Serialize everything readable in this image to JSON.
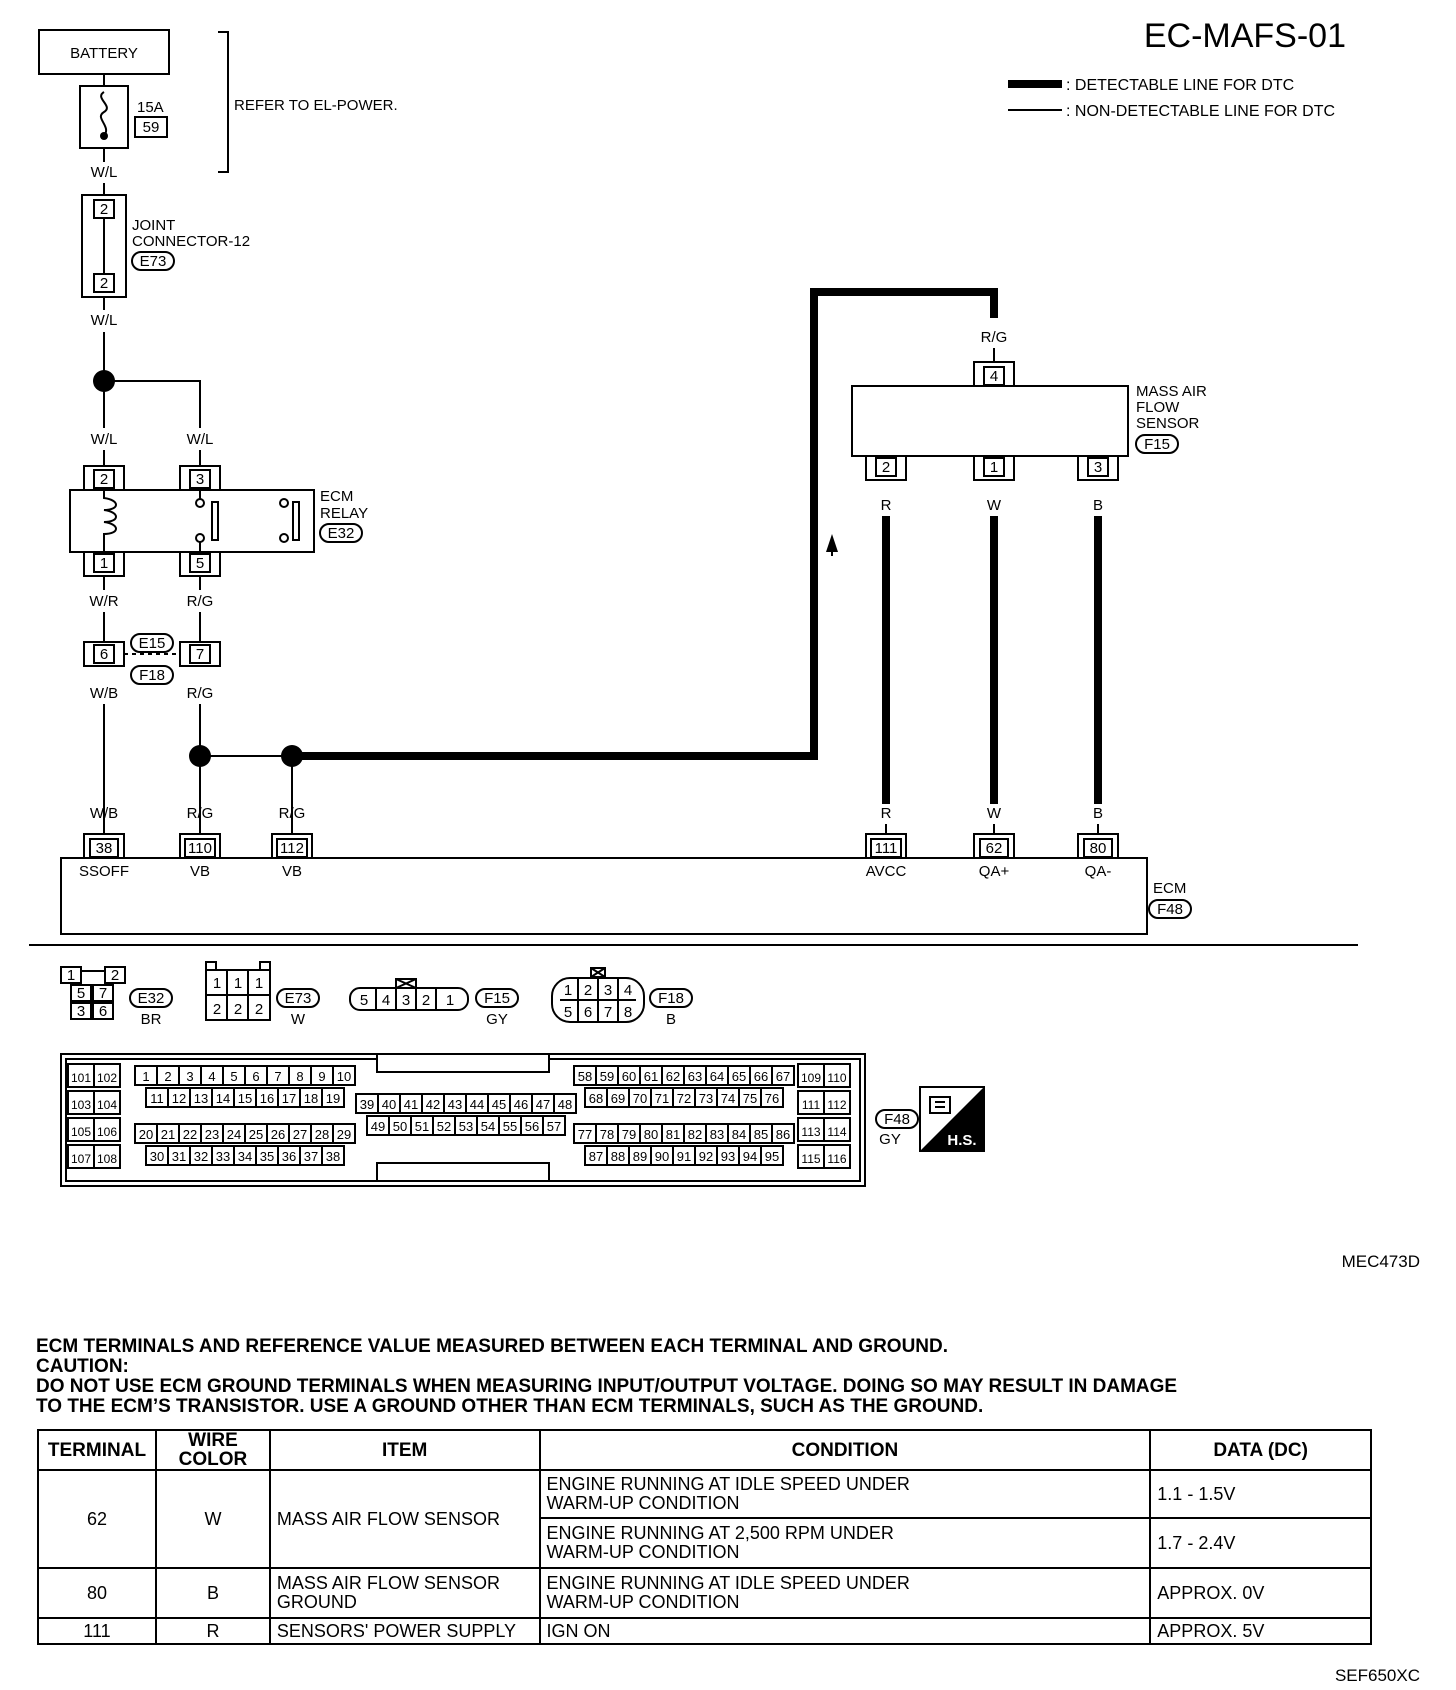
{
  "header": {
    "title": "EC-MAFS-01",
    "legend": {
      "detectable": ": DETECTABLE LINE FOR DTC",
      "non_detectable": ": NON-DETECTABLE LINE FOR DTC"
    }
  },
  "power": {
    "battery": "BATTERY",
    "fuse_amp": "15A",
    "fuse_no": "59",
    "refer": "REFER TO EL-POWER."
  },
  "joint": {
    "name_line1": "JOINT",
    "name_line2": "CONNECTOR-12",
    "code": "E73",
    "pin_top": "2",
    "pin_bottom": "2"
  },
  "relay": {
    "name_line1": "ECM",
    "name_line2": "RELAY",
    "code": "E32",
    "pins": [
      "2",
      "3",
      "1",
      "5"
    ]
  },
  "maf": {
    "name_line1": "MASS AIR",
    "name_line2": "FLOW",
    "name_line3": "SENSOR",
    "code": "F15",
    "pin_top": "4",
    "pins": [
      "2",
      "1",
      "3"
    ]
  },
  "inline": {
    "code_top": "E15",
    "code_bottom": "F18",
    "pin_left": "6",
    "pin_right": "7"
  },
  "wires": {
    "wl": "W/L",
    "wr": "W/R",
    "wb": "W/B",
    "rg": "R/G",
    "r": "R",
    "w": "W",
    "b": "B"
  },
  "ecm": {
    "name": "ECM",
    "code": "F48",
    "terminals": [
      {
        "pin": "38",
        "label": "SSOFF"
      },
      {
        "pin": "110",
        "label": "VB"
      },
      {
        "pin": "112",
        "label": "VB"
      },
      {
        "pin": "111",
        "label": "AVCC"
      },
      {
        "pin": "62",
        "label": "QA+"
      },
      {
        "pin": "80",
        "label": "QA-"
      }
    ]
  },
  "connectors": {
    "e32": {
      "code": "E32",
      "color": "BR",
      "pins": [
        "1",
        "2",
        "5",
        "7",
        "3",
        "6"
      ]
    },
    "e73": {
      "code": "E73",
      "color": "W",
      "pins": [
        "1",
        "1",
        "1",
        "2",
        "2",
        "2"
      ]
    },
    "f15": {
      "code": "F15",
      "color": "GY",
      "pins": [
        "5",
        "4",
        "3",
        "2",
        "1"
      ]
    },
    "f18": {
      "code": "F18",
      "color": "B",
      "pins": [
        "1",
        "2",
        "3",
        "4",
        "5",
        "6",
        "7",
        "8"
      ]
    },
    "f48": {
      "code": "F48",
      "color": "GY"
    },
    "hs": "H.S.",
    "f48_left": [
      "101",
      "102",
      "103",
      "104",
      "105",
      "106",
      "107",
      "108"
    ],
    "f48_right": [
      "109",
      "110",
      "111",
      "112",
      "113",
      "114",
      "115",
      "116"
    ],
    "f48_a1": [
      "1",
      "2",
      "3",
      "4",
      "5",
      "6",
      "7",
      "8",
      "9",
      "10"
    ],
    "f48_a2": [
      "11",
      "12",
      "13",
      "14",
      "15",
      "16",
      "17",
      "18",
      "19"
    ],
    "f48_a3": [
      "20",
      "21",
      "22",
      "23",
      "24",
      "25",
      "26",
      "27",
      "28",
      "29"
    ],
    "f48_a4": [
      "30",
      "31",
      "32",
      "33",
      "34",
      "35",
      "36",
      "37",
      "38"
    ],
    "f48_b1": [
      "39",
      "40",
      "41",
      "42",
      "43",
      "44",
      "45",
      "46",
      "47",
      "48"
    ],
    "f48_b2": [
      "49",
      "50",
      "51",
      "52",
      "53",
      "54",
      "55",
      "56",
      "57"
    ],
    "f48_c1": [
      "58",
      "59",
      "60",
      "61",
      "62",
      "63",
      "64",
      "65",
      "66",
      "67"
    ],
    "f48_c2": [
      "68",
      "69",
      "70",
      "71",
      "72",
      "73",
      "74",
      "75",
      "76"
    ],
    "f48_c3": [
      "77",
      "78",
      "79",
      "80",
      "81",
      "82",
      "83",
      "84",
      "85",
      "86"
    ],
    "f48_c4": [
      "87",
      "88",
      "89",
      "90",
      "91",
      "92",
      "93",
      "94",
      "95"
    ]
  },
  "figure_code": "MEC473D",
  "notes": {
    "line1": "ECM TERMINALS AND REFERENCE VALUE MEASURED BETWEEN EACH TERMINAL AND GROUND.",
    "line2": "CAUTION:",
    "line3": "DO NOT USE ECM GROUND TERMINALS WHEN MEASURING INPUT/OUTPUT VOLTAGE. DOING SO MAY RESULT IN DAMAGE",
    "line4": "TO THE ECM’S TRANSISTOR. USE A GROUND OTHER THAN ECM TERMINALS, SUCH AS THE GROUND."
  },
  "table": {
    "headers": [
      "TERMINAL",
      "WIRE COLOR",
      "ITEM",
      "CONDITION",
      "DATA (DC)"
    ],
    "rows": [
      {
        "terminal": "62",
        "wire": "W",
        "item": "MASS AIR FLOW SENSOR",
        "conditions": [
          {
            "l1": "ENGINE RUNNING AT IDLE SPEED UNDER",
            "l2": "WARM-UP CONDITION",
            "data": "1.1 - 1.5V"
          },
          {
            "l1": "ENGINE RUNNING AT 2,500 RPM UNDER",
            "l2": "WARM-UP CONDITION",
            "data": "1.7 - 2.4V"
          }
        ]
      },
      {
        "terminal": "80",
        "wire": "B",
        "item_l1": "MASS AIR FLOW SENSOR",
        "item_l2": "GROUND",
        "cond_l1": "ENGINE RUNNING AT IDLE SPEED UNDER",
        "cond_l2": "WARM-UP CONDITION",
        "data": "APPROX. 0V"
      },
      {
        "terminal": "111",
        "wire": "R",
        "item": "SENSORS' POWER SUPPLY",
        "condition": "IGN ON",
        "data": "APPROX. 5V"
      }
    ]
  },
  "footer_code": "SEF650XC"
}
